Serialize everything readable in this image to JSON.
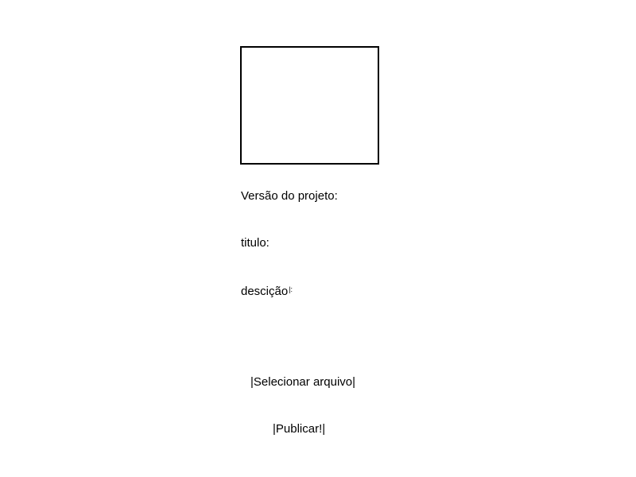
{
  "preview": {},
  "form": {
    "version_label": "Versão do projeto:",
    "title_label": "titulo:",
    "description_label": "descição",
    "description_suffix": "|:"
  },
  "actions": {
    "select_file_label": "|Selecionar arquivo|",
    "publish_label": "|Publicar!|"
  }
}
